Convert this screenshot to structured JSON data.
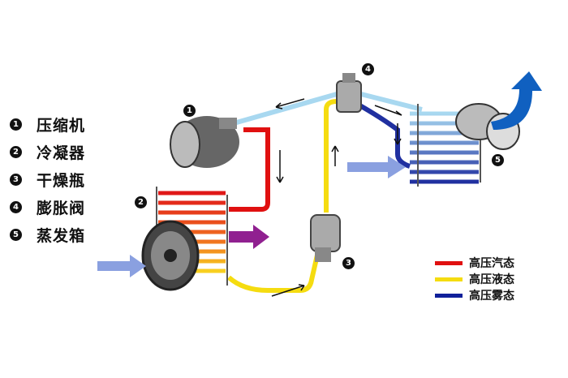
{
  "components": [
    {
      "num": "1",
      "label": "压缩机"
    },
    {
      "num": "2",
      "label": "冷凝器"
    },
    {
      "num": "3",
      "label": "干燥瓶"
    },
    {
      "num": "4",
      "label": "膨胀阀"
    },
    {
      "num": "5",
      "label": "蒸发箱"
    }
  ],
  "legend": [
    {
      "label": "高压汽态",
      "color": "#e01010"
    },
    {
      "label": "高压液态",
      "color": "#f5dc10"
    },
    {
      "label": "高压雾态",
      "color": "#10209a"
    }
  ],
  "colors": {
    "low_pressure_gas": "#a8d8f0",
    "arrow_blue": "#1060c0",
    "air_in": "#8aa0e0",
    "air_hot": "#902090"
  }
}
